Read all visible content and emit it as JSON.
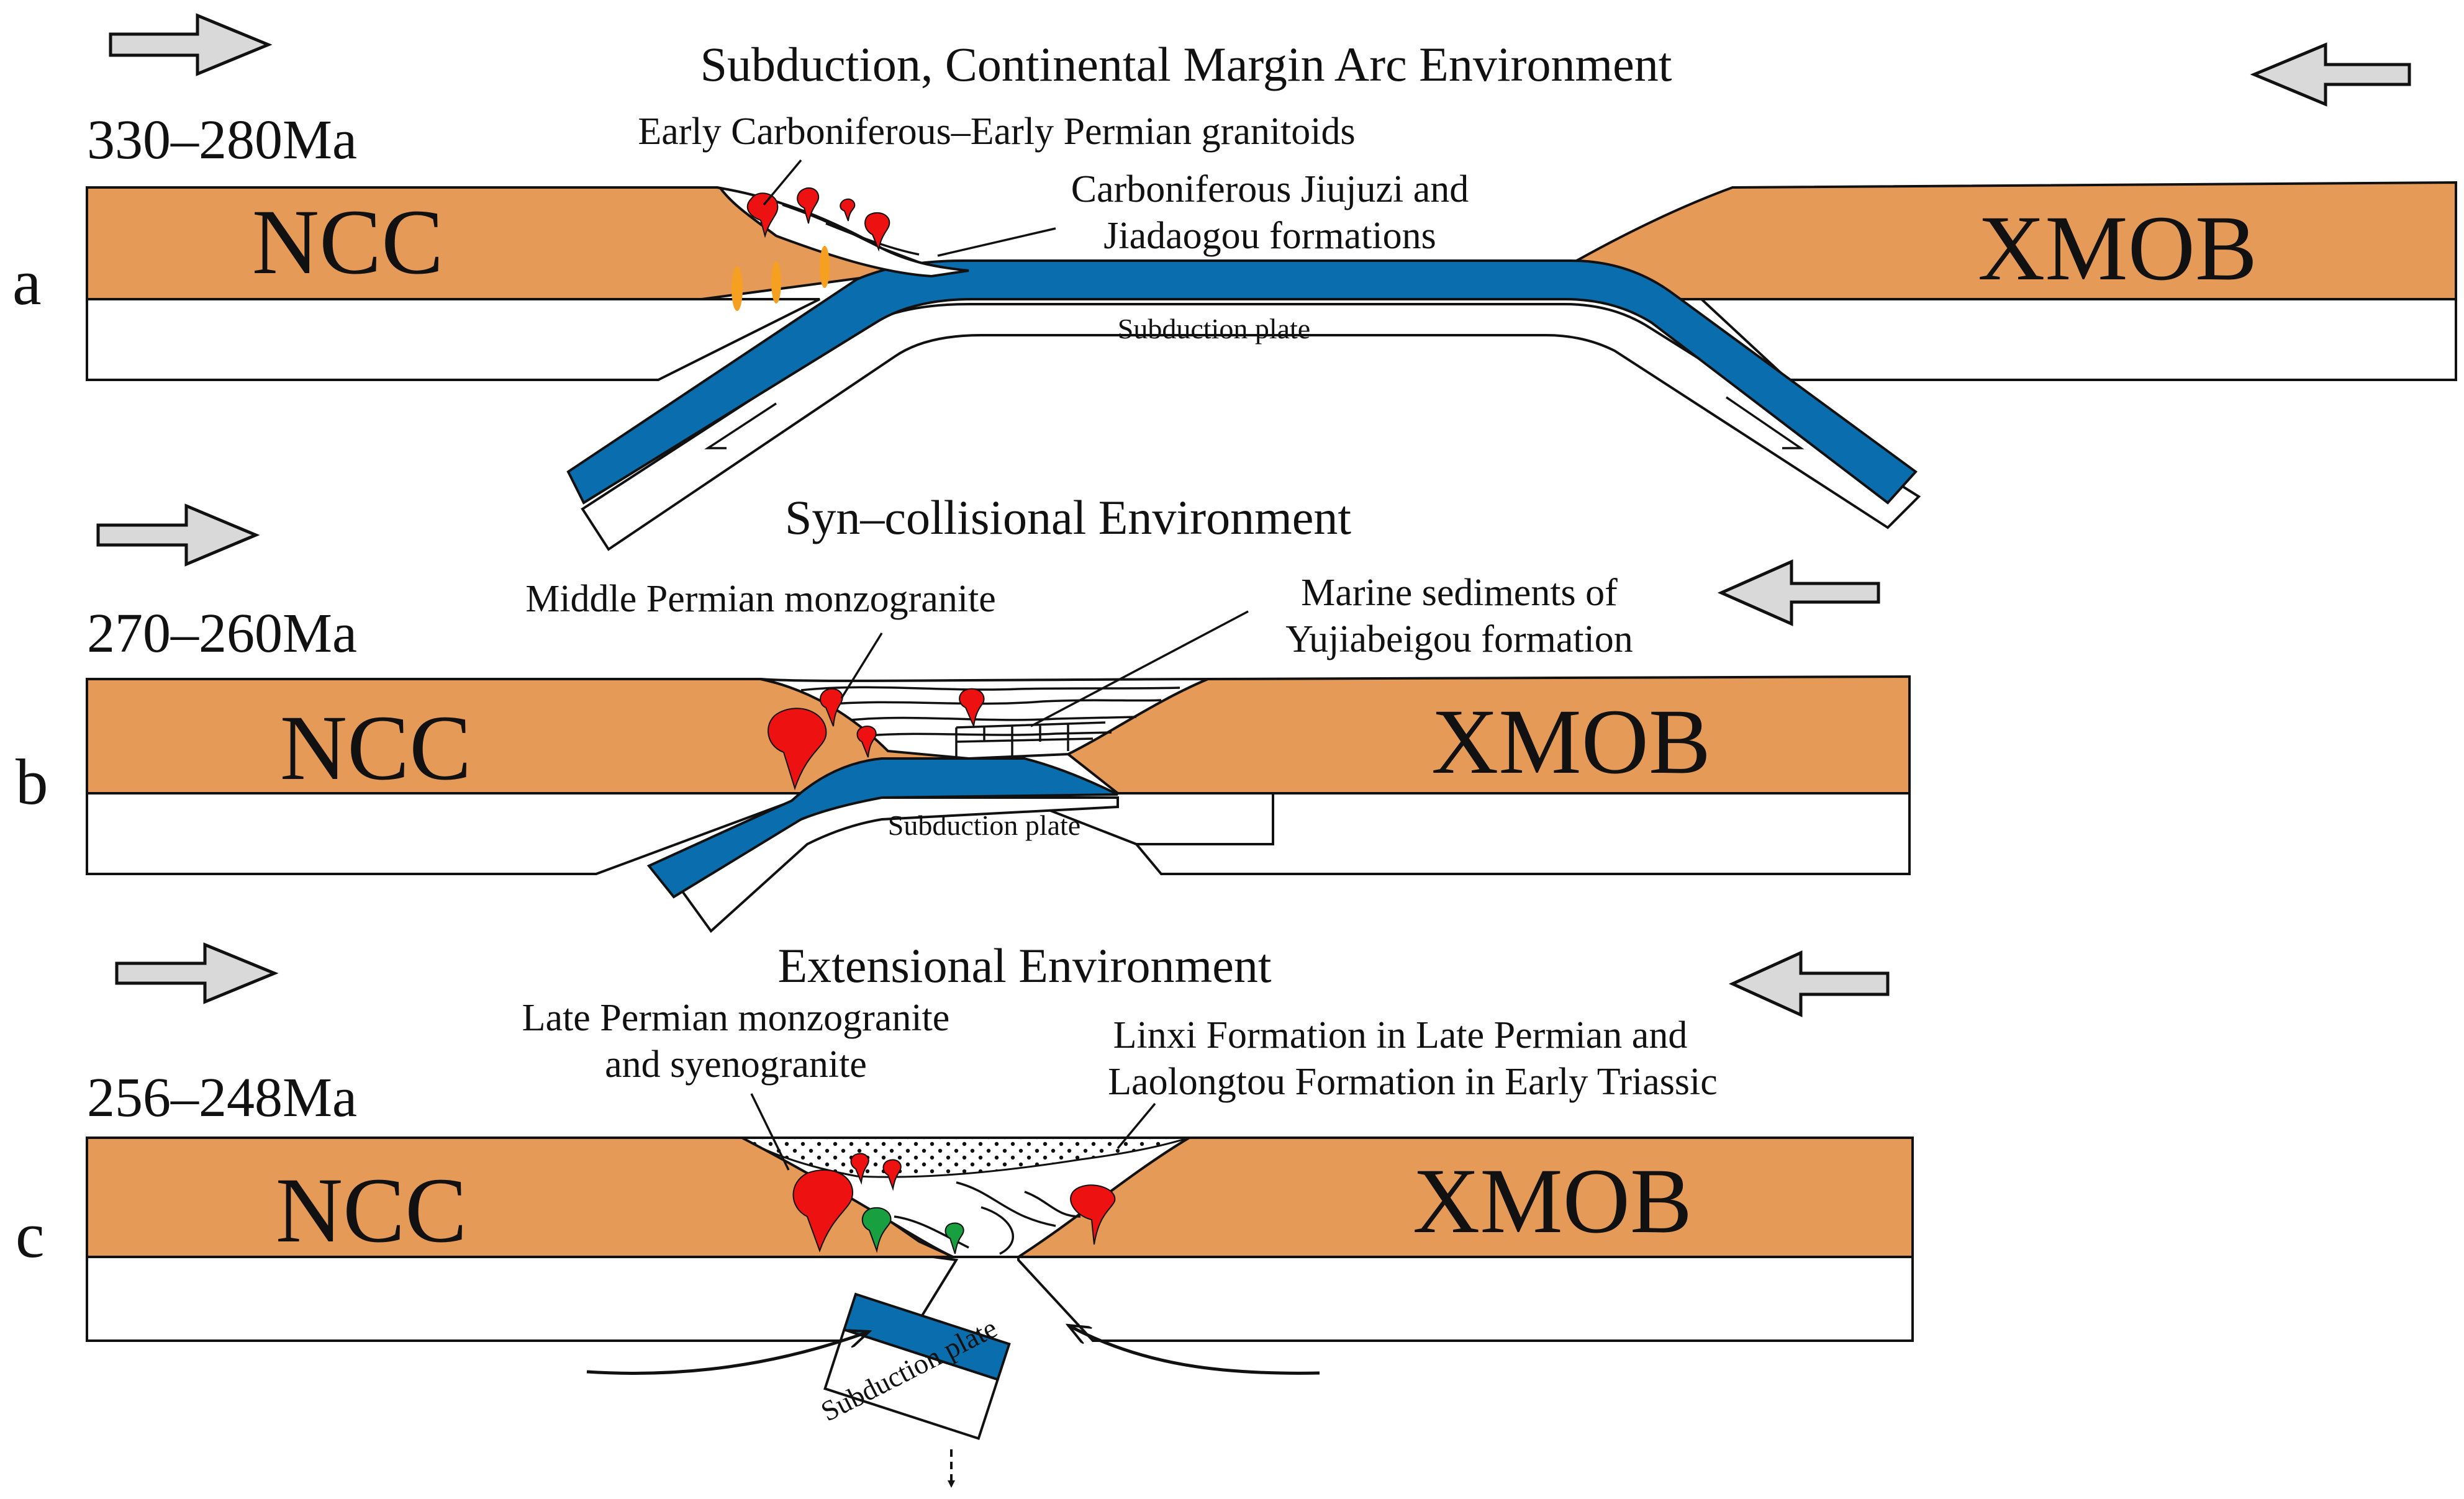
{
  "colors": {
    "crust": "#e59a57",
    "slab": "#0a6eae",
    "granite_red": "#ee1111",
    "granite_green": "#18a040",
    "dike_orange": "#f5a020",
    "arrow_fill": "#d9d9d9"
  },
  "panels": [
    {
      "letter": "a",
      "title": "Subduction, Continental Margin Arc Environment",
      "age": "330–280Ma",
      "left_block": "NCC",
      "right_block": "XMOB",
      "plate_label": "Subduction plate",
      "annotations": [
        "Early Carboniferous–Early Permian granitoids",
        "Carboniferous Jiujuzi and",
        "Jiadaogou formations"
      ]
    },
    {
      "letter": "b",
      "title": "Syn–collisional Environment",
      "age": "270–260Ma",
      "left_block": "NCC",
      "right_block": "XMOB",
      "plate_label": "Subduction plate",
      "annotations": [
        "Middle Permian monzogranite",
        "Marine sediments of",
        "Yujiabeigou formation"
      ]
    },
    {
      "letter": "c",
      "title": "Extensional Environment",
      "age": "256–248Ma",
      "left_block": "NCC",
      "right_block": "XMOB",
      "plate_label": "Subduction plate",
      "annotations": [
        "Late Permian monzogranite",
        "and syenogranite",
        "Linxi Formation in Late Permian and",
        "Laolongtou Formation in Early Triassic"
      ]
    }
  ]
}
